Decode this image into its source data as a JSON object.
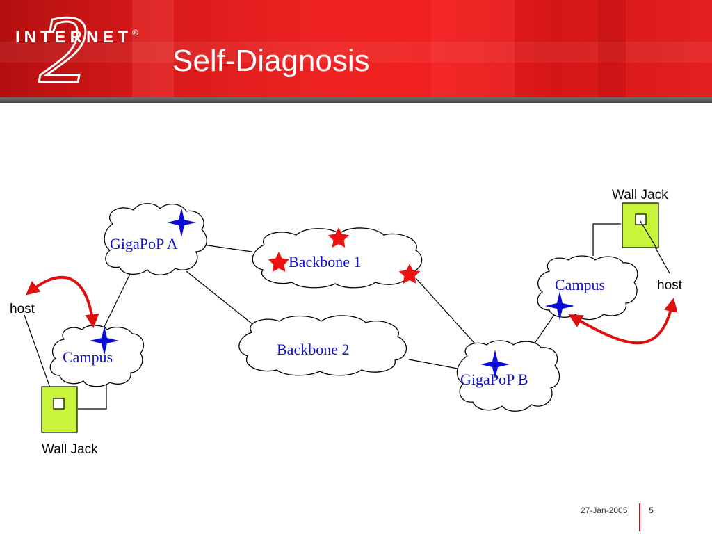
{
  "header": {
    "logo_text": "INTERNET",
    "logo_numeral": "2",
    "logo_mark": "®",
    "title": "Self-Diagnosis"
  },
  "diagram": {
    "clouds": {
      "gigapop_a": "GigaPoP A",
      "backbone_1": "Backbone 1",
      "backbone_2": "Backbone 2",
      "gigapop_b": "GigaPoP B",
      "campus_left": "Campus",
      "campus_right": "Campus"
    },
    "labels": {
      "wall_jack_top": "Wall Jack",
      "wall_jack_bottom": "Wall Jack",
      "host_left": "host",
      "host_right": "host"
    },
    "colors": {
      "cloud_text": "#1010cc",
      "blue_marker": "#0b0bd6",
      "red_marker": "#ee1111",
      "arrow": "#e01010",
      "wall_jack_fill": "#c8f53a"
    }
  },
  "footer": {
    "date": "27-Jan-2005",
    "page": "5"
  }
}
